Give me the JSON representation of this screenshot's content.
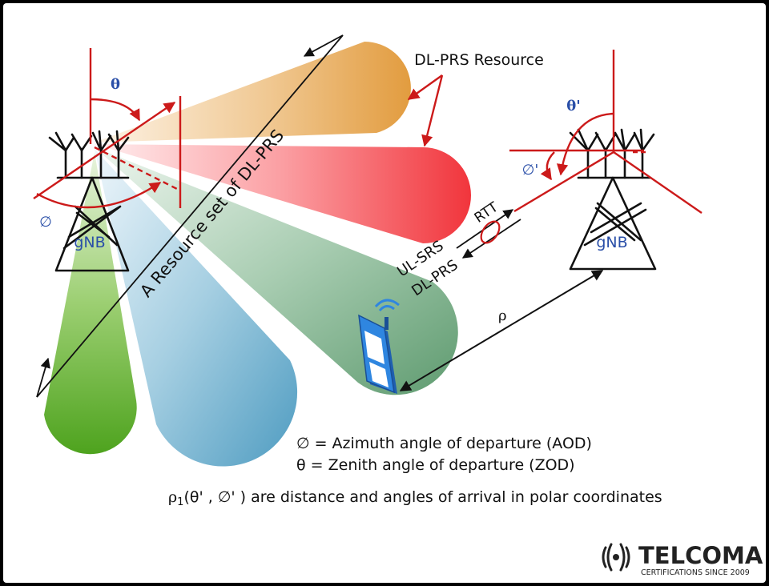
{
  "labels": {
    "dl_prs_resource": "DL-PRS Resource",
    "resource_set": "A Resource set of DL-PRS",
    "rtt": "RTT",
    "ul_srs": "UL-SRS",
    "dl_prs": "DL-PRS",
    "gnb_left": "gNB",
    "gnb_right": "gNB",
    "theta": "θ",
    "phi": "∅",
    "theta_prime": "θ'",
    "phi_prime": "∅'",
    "rho": "ρ"
  },
  "legend": {
    "azimuth": "∅ = Azimuth angle of departure (AOD)",
    "zenith": "θ = Zenith angle of departure (ZOD)",
    "polar_prefix": "ρ",
    "polar_sub": "1",
    "polar_rest": "(θ' , ∅' ) are distance and angles of arrival in polar coordinates"
  },
  "logo": {
    "name": "TELCOMA",
    "tagline": "CERTIFICATIONS SINCE 2009"
  },
  "colors": {
    "accent_red": "#cc1a1a",
    "gnb_label": "#2a4fa8",
    "beam_orange": "#e4a04a",
    "beam_red": "#f2383e",
    "beam_green_dark": "#6ea37c",
    "beam_blue": "#58a3c6",
    "beam_green_light": "#55a52a"
  }
}
